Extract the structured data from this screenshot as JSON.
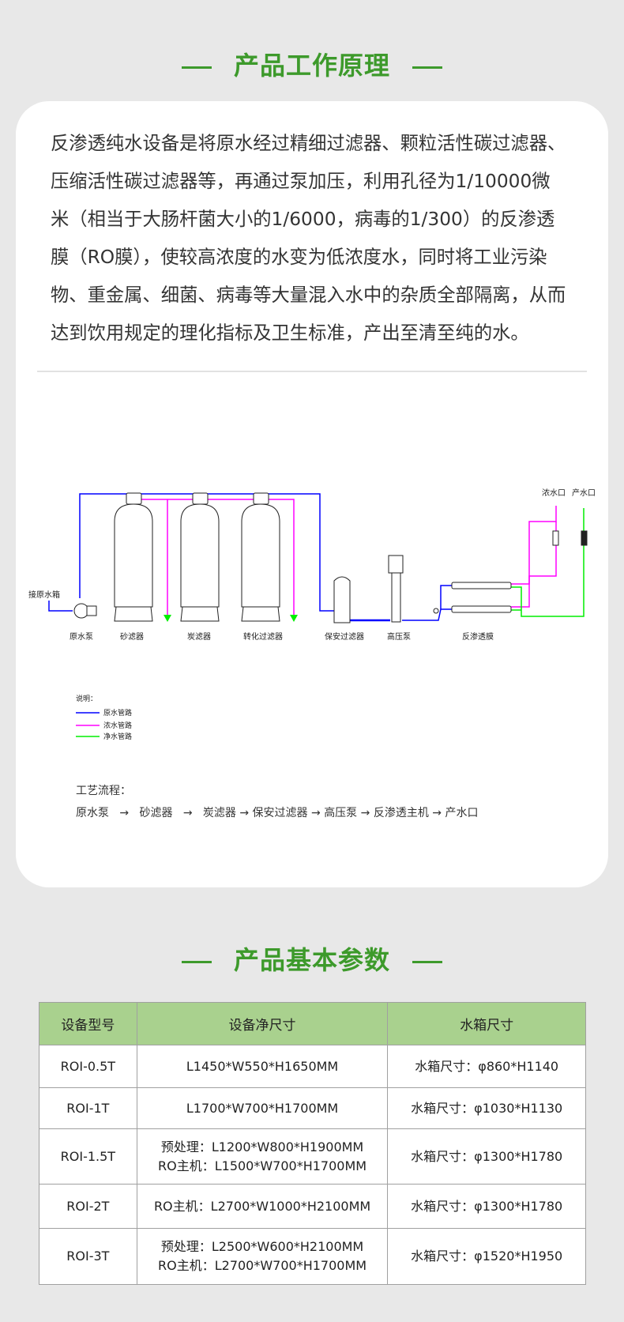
{
  "section1": {
    "title": "产品工作原理"
  },
  "intro": {
    "lines": [
      "反渗透纯水设备是将原水经过精细过滤器、颗粒活性碳过滤器、",
      "压缩活性碳过滤器等，再通过泵加压，利用孔径为1/10000微",
      "米（相当于大肠杆菌大小的1/6000，病毒的1/300）的反渗透",
      "膜（RO膜），使较高浓度的水变为低浓度水，同时将工业污染",
      "物、重金属、细菌、病毒等大量混入水中的杂质全部隔离，从而",
      "达到饮用规定的理化指标及卫生标准，产出至清至纯的水。"
    ]
  },
  "diagram": {
    "inlet_label": "接原水箱",
    "labels": [
      "原水泵",
      "砂滤器",
      "炭滤器",
      "转化过滤器",
      "保安过滤器",
      "高压泵",
      "反渗透膜"
    ],
    "outlet_concentrate": "浓水口",
    "outlet_product": "产水口",
    "legend_title": "说明：",
    "legend": [
      {
        "label": "原水管路",
        "color": "#0000ff"
      },
      {
        "label": "浓水管路",
        "color": "#ff00ff"
      },
      {
        "label": "净水管路",
        "color": "#00ee00"
      }
    ]
  },
  "process": {
    "title": "工艺流程：",
    "steps": [
      "原水泵",
      "砂滤器",
      "炭滤器",
      "保安过滤器",
      "高压泵",
      "反渗透主机",
      "产水口"
    ],
    "arrow": "→"
  },
  "section2": {
    "title": "产品基本参数"
  },
  "table": {
    "headers": [
      "设备型号",
      "设备净尺寸",
      "水箱尺寸"
    ],
    "rows": [
      {
        "model": "ROI-0.5T",
        "size": [
          "L1450*W550*H1650MM"
        ],
        "tank": "水箱尺寸：φ860*H1140"
      },
      {
        "model": "ROI-1T",
        "size": [
          "L1700*W700*H1700MM"
        ],
        "tank": "水箱尺寸：φ1030*H1130"
      },
      {
        "model": "ROI-1.5T",
        "size": [
          "预处理：L1200*W800*H1900MM",
          "RO主机：L1500*W700*H1700MM"
        ],
        "tank": "水箱尺寸：φ1300*H1780"
      },
      {
        "model": "ROI-2T",
        "size": [
          "RO主机：L2700*W1000*H2100MM"
        ],
        "tank": "水箱尺寸：φ1300*H1780"
      },
      {
        "model": "ROI-3T",
        "size": [
          "预处理：L2500*W600*H2100MM",
          "RO主机：L2700*W700*H1700MM"
        ],
        "tank": "水箱尺寸：φ1520*H1950"
      }
    ]
  },
  "colors": {
    "accent": "#3d9a2b",
    "table_header": "#a9d18e",
    "background": "#e8e8e8"
  }
}
